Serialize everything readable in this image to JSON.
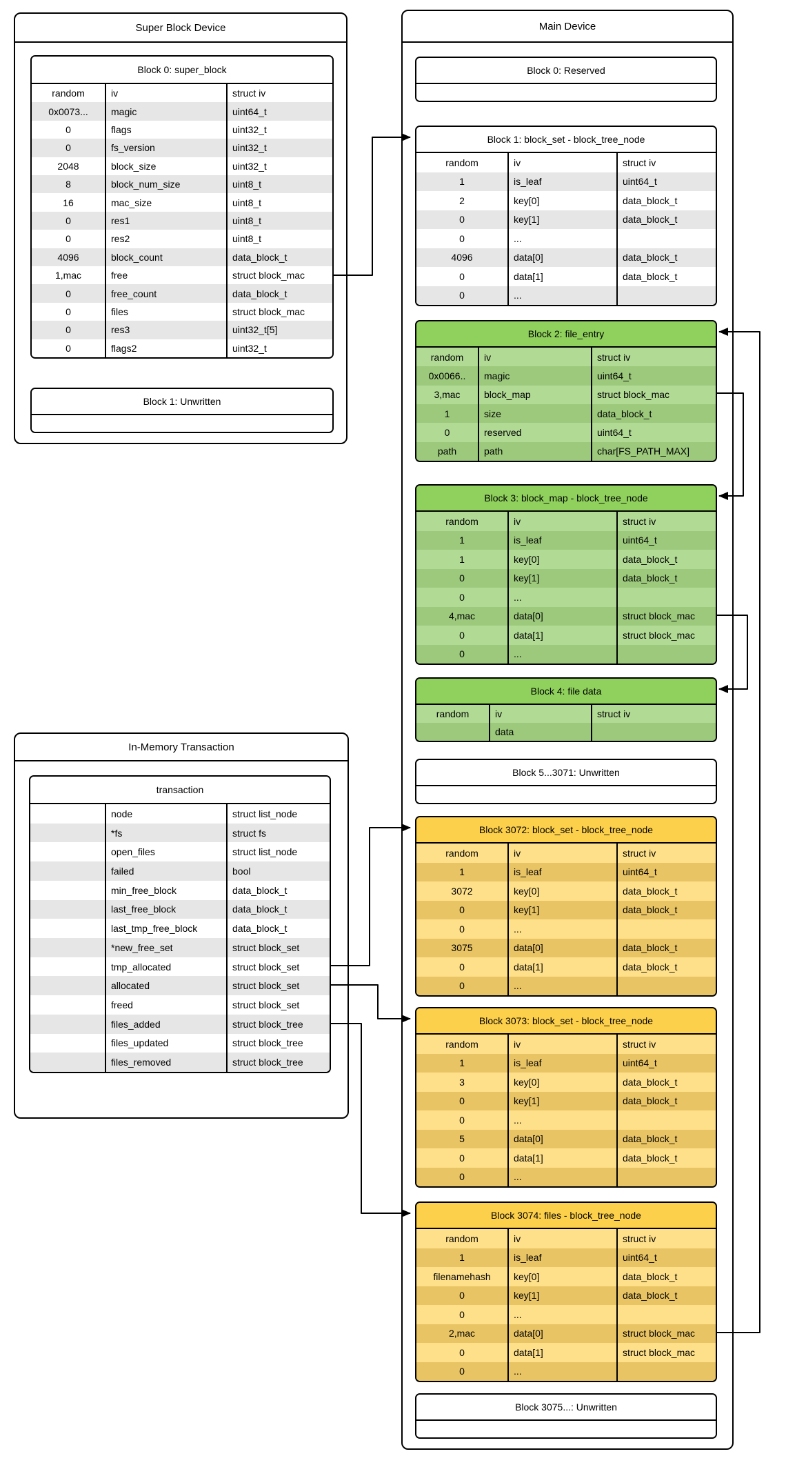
{
  "colors": {
    "line": "#000000",
    "stripe_gray": "#e6e6e6",
    "green_title": "#8fd15c",
    "green_light": "#b1da95",
    "green_dark": "#9cc97c",
    "yellow_title": "#fdd04b",
    "yellow_light": "#ffe08a",
    "yellow_dark": "#e9c464"
  },
  "super_block_device": {
    "title": "Super Block Device",
    "blocks": [
      {
        "title": "Block 0: super_block",
        "scheme": "white",
        "header": [
          "random",
          "iv",
          "struct iv"
        ],
        "rows": [
          [
            "0x0073...",
            "magic",
            "uint64_t"
          ],
          [
            "0",
            "flags",
            "uint32_t"
          ],
          [
            "0",
            "fs_version",
            "uint32_t"
          ],
          [
            "2048",
            "block_size",
            "uint32_t"
          ],
          [
            "8",
            "block_num_size",
            "uint8_t"
          ],
          [
            "16",
            "mac_size",
            "uint8_t"
          ],
          [
            "0",
            "res1",
            "uint8_t"
          ],
          [
            "0",
            "res2",
            "uint8_t"
          ],
          [
            "4096",
            "block_count",
            "data_block_t"
          ],
          [
            "1,mac",
            "free",
            "struct block_mac"
          ],
          [
            "0",
            "free_count",
            "data_block_t"
          ],
          [
            "0",
            "files",
            "struct block_mac"
          ],
          [
            "0",
            "res3",
            "uint32_t[5]"
          ],
          [
            "0",
            "flags2",
            "uint32_t"
          ]
        ]
      },
      {
        "title": "Block 1: Unwritten",
        "scheme": "white",
        "rows": null
      }
    ]
  },
  "main_device": {
    "title": "Main Device",
    "blocks": [
      {
        "title": "Block 0: Reserved",
        "scheme": "white",
        "rows": null
      },
      {
        "title": "Block 1: block_set - block_tree_node",
        "scheme": "white",
        "header": [
          "random",
          "iv",
          "struct iv"
        ],
        "rows": [
          [
            "1",
            "is_leaf",
            "uint64_t"
          ],
          [
            "2",
            "key[0]",
            "data_block_t"
          ],
          [
            "0",
            "key[1]",
            "data_block_t"
          ],
          [
            "0",
            "...",
            ""
          ],
          [
            "4096",
            "data[0]",
            "data_block_t"
          ],
          [
            "0",
            "data[1]",
            "data_block_t"
          ],
          [
            "0",
            "...",
            ""
          ]
        ]
      },
      {
        "title": "Block 2: file_entry",
        "scheme": "green",
        "header": [
          "random",
          "iv",
          "struct iv"
        ],
        "rows": [
          [
            "0x0066..",
            "magic",
            "uint64_t"
          ],
          [
            "3,mac",
            "block_map",
            "struct block_mac"
          ],
          [
            "1",
            "size",
            "data_block_t"
          ],
          [
            "0",
            "reserved",
            "uint64_t"
          ],
          [
            "path",
            "path",
            "char[FS_PATH_MAX]"
          ]
        ]
      },
      {
        "title": "Block 3: block_map - block_tree_node",
        "scheme": "green",
        "header": [
          "random",
          "iv",
          "struct iv"
        ],
        "rows": [
          [
            "1",
            "is_leaf",
            "uint64_t"
          ],
          [
            "1",
            "key[0]",
            "data_block_t"
          ],
          [
            "0",
            "key[1]",
            "data_block_t"
          ],
          [
            "0",
            "...",
            ""
          ],
          [
            "4,mac",
            "data[0]",
            "struct block_mac"
          ],
          [
            "0",
            "data[1]",
            "struct block_mac"
          ],
          [
            "0",
            "...",
            ""
          ]
        ]
      },
      {
        "title": "Block 4: file data",
        "scheme": "green",
        "header": [
          "random",
          "iv",
          "struct iv"
        ],
        "rows": [
          [
            "",
            "data",
            ""
          ]
        ]
      },
      {
        "title": "Block 5...3071: Unwritten",
        "scheme": "white",
        "rows": null
      },
      {
        "title": "Block 3072: block_set - block_tree_node",
        "scheme": "yellow",
        "header": [
          "random",
          "iv",
          "struct iv"
        ],
        "rows": [
          [
            "1",
            "is_leaf",
            "uint64_t"
          ],
          [
            "3072",
            "key[0]",
            "data_block_t"
          ],
          [
            "0",
            "key[1]",
            "data_block_t"
          ],
          [
            "0",
            "...",
            ""
          ],
          [
            "3075",
            "data[0]",
            "data_block_t"
          ],
          [
            "0",
            "data[1]",
            "data_block_t"
          ],
          [
            "0",
            "...",
            ""
          ]
        ]
      },
      {
        "title": "Block 3073: block_set - block_tree_node",
        "scheme": "yellow",
        "header": [
          "random",
          "iv",
          "struct iv"
        ],
        "rows": [
          [
            "1",
            "is_leaf",
            "uint64_t"
          ],
          [
            "3",
            "key[0]",
            "data_block_t"
          ],
          [
            "0",
            "key[1]",
            "data_block_t"
          ],
          [
            "0",
            "...",
            ""
          ],
          [
            "5",
            "data[0]",
            "data_block_t"
          ],
          [
            "0",
            "data[1]",
            "data_block_t"
          ],
          [
            "0",
            "...",
            ""
          ]
        ]
      },
      {
        "title": "Block 3074: files - block_tree_node",
        "scheme": "yellow",
        "header": [
          "random",
          "iv",
          "struct iv"
        ],
        "rows": [
          [
            "1",
            "is_leaf",
            "uint64_t"
          ],
          [
            "filenamehash",
            "key[0]",
            "data_block_t"
          ],
          [
            "0",
            "key[1]",
            "data_block_t"
          ],
          [
            "0",
            "...",
            ""
          ],
          [
            "2,mac",
            "data[0]",
            "struct block_mac"
          ],
          [
            "0",
            "data[1]",
            "struct block_mac"
          ],
          [
            "0",
            "...",
            ""
          ]
        ]
      },
      {
        "title": "Block 3075...: Unwritten",
        "scheme": "white",
        "rows": null
      }
    ]
  },
  "in_memory_transaction": {
    "title": "In-Memory Transaction",
    "blocks": [
      {
        "title": "transaction",
        "scheme": "white",
        "rows": [
          [
            "",
            "node",
            "struct list_node"
          ],
          [
            "",
            "*fs",
            "struct fs"
          ],
          [
            "",
            "open_files",
            "struct list_node"
          ],
          [
            "",
            "failed",
            "bool"
          ],
          [
            "",
            "min_free_block",
            "data_block_t"
          ],
          [
            "",
            "last_free_block",
            "data_block_t"
          ],
          [
            "",
            "last_tmp_free_block",
            "data_block_t"
          ],
          [
            "",
            "*new_free_set",
            "struct block_set"
          ],
          [
            "",
            "tmp_allocated",
            "struct block_set"
          ],
          [
            "",
            "allocated",
            "struct block_set"
          ],
          [
            "",
            "freed",
            "struct block_set"
          ],
          [
            "",
            "files_added",
            "struct block_tree"
          ],
          [
            "",
            "files_updated",
            "struct block_tree"
          ],
          [
            "",
            "files_removed",
            "struct block_tree"
          ]
        ]
      }
    ]
  },
  "connections": [
    {
      "from": "super_block.free",
      "to": "main.block1"
    },
    {
      "from": "main.block2.block_map",
      "to": "main.block3"
    },
    {
      "from": "main.block3.data[0]",
      "to": "main.block4"
    },
    {
      "from": "main.block3074.data[0]",
      "to": "main.block2"
    },
    {
      "from": "transaction.tmp_allocated",
      "to": "main.block3072"
    },
    {
      "from": "transaction.allocated",
      "to": "main.block3073"
    },
    {
      "from": "transaction.files_added",
      "to": "main.block3074"
    }
  ]
}
